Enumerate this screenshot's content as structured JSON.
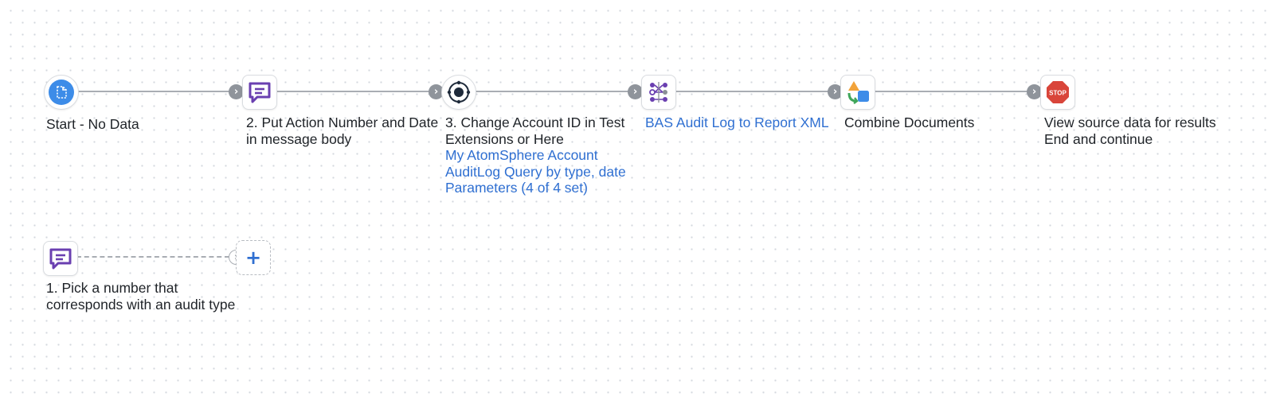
{
  "colors": {
    "link": "#2f6fd1",
    "connector": "#8f949b",
    "line": "#a9adb3",
    "message_icon": "#6a3fb0",
    "start_icon": "#3d8ce8",
    "stop_icon": "#d9453a"
  },
  "shapes": [
    {
      "id": "start",
      "icon": "start-document-icon",
      "label_lines": [
        "Start - No Data"
      ],
      "links": []
    },
    {
      "id": "message-2",
      "icon": "message-icon",
      "label_lines": [
        "2. Put Action Number and Date",
        "in message body"
      ],
      "links": []
    },
    {
      "id": "connector-3",
      "icon": "connector-icon",
      "label_lines": [
        "3. Change Account ID in Test",
        "Extensions or Here"
      ],
      "links": [
        "My AtomSphere Account",
        "AuditLog Query by type, date",
        "Parameters (4 of 4 set)"
      ]
    },
    {
      "id": "map",
      "icon": "map-icon",
      "label_lines": [],
      "links": [
        "BAS Audit Log to Report XML"
      ]
    },
    {
      "id": "combine",
      "icon": "combine-documents-icon",
      "label_lines": [
        "Combine Documents"
      ],
      "links": []
    },
    {
      "id": "stop",
      "icon": "stop-icon",
      "stop_text": "STOP",
      "label_lines": [
        "View source data for results",
        "End and continue"
      ],
      "links": []
    },
    {
      "id": "message-1",
      "icon": "message-icon",
      "label_lines": [
        "1. Pick a number that",
        "corresponds with an audit type"
      ],
      "links": []
    }
  ],
  "connector_glyph": "›",
  "add_glyph": "+"
}
